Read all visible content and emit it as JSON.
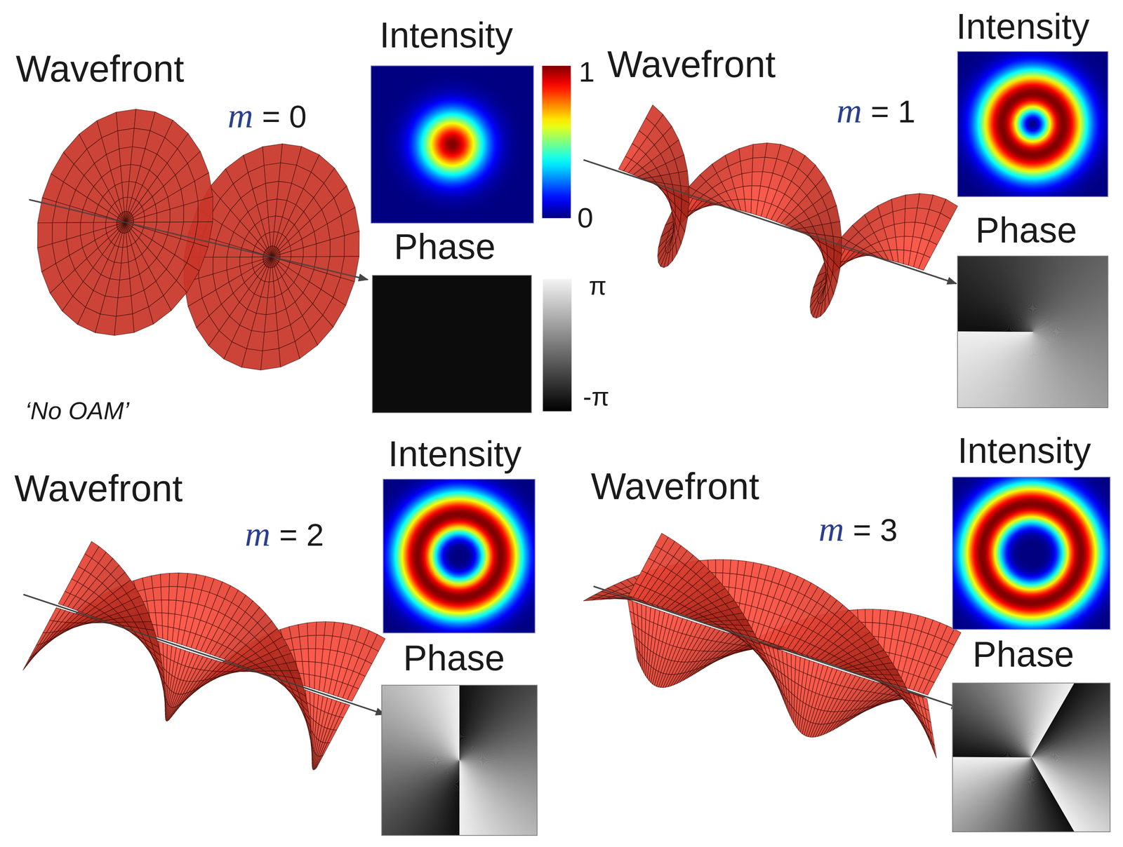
{
  "diagram": {
    "labels": [
      "Wavefront",
      "m = 0",
      "Intensity",
      "1",
      "0",
      "Phase",
      "π",
      "-π",
      "‘No OAM’",
      "Wavefront",
      "m = 1",
      "Intensity",
      "Phase",
      "Wavefront",
      "m = 2",
      "Intensity",
      "Phase",
      "Wavefront",
      "m = 3",
      "Intensity",
      "Phase"
    ]
  }
}
